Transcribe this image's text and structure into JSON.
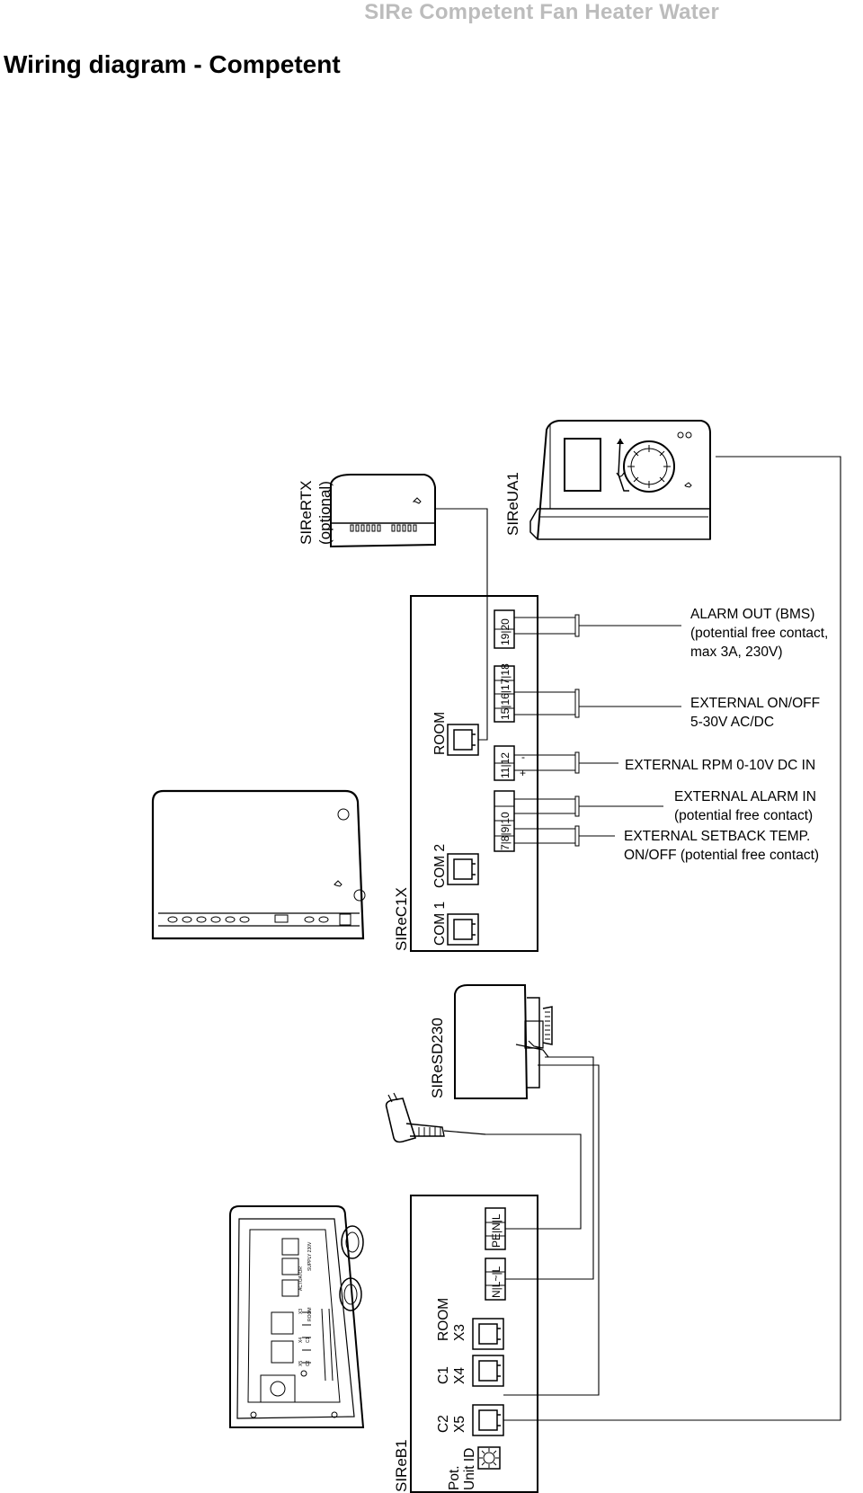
{
  "header": {
    "text": "SIRe Competent Fan Heater  Water"
  },
  "page": {
    "title": "Wiring diagram - Competent"
  },
  "components": {
    "sirertx": {
      "name": "SIReRTX",
      "note": "(optional)"
    },
    "sireua1": {
      "name": "SIReUA1"
    },
    "sirec1x": {
      "name": "SIReC1X"
    },
    "siresd230": {
      "name": "SIReSD230"
    },
    "sireb1": {
      "name": "SIReB1"
    }
  },
  "sirec1x_ports": {
    "room": "ROOM",
    "com2": "COM 2",
    "com1": "COM 1"
  },
  "sirec1x_terminals": {
    "t1920": "19|20",
    "t15_18": "15|16|17|18",
    "t1112": "11|12",
    "t7_10": "7|8|9|10",
    "minus": "-",
    "plus": "+"
  },
  "sireb1_ports": {
    "room": "ROOM",
    "x3": "X3",
    "c1": "C1",
    "x4": "X4",
    "c2": "C2",
    "x5": "X5",
    "pot": "Pot.",
    "unit_id": "Unit ID"
  },
  "sireb1_terminals": {
    "pe_n_l": "PE|N|L",
    "n_l_l": "N|L~|L"
  },
  "pcb_print": {
    "supply": "SUPPLY 230V",
    "actuator": "ACTUATOR",
    "room": "ROOM",
    "x3": "X3",
    "x4": "X4",
    "x5": "X5",
    "c1": "C1",
    "c2": "C2"
  },
  "connections": {
    "alarm_out": [
      "ALARM OUT (BMS)",
      "(potential free contact,",
      "max 3A, 230V)"
    ],
    "external_onoff": [
      "EXTERNAL ON/OFF",
      "5-30V AC/DC"
    ],
    "external_rpm": "EXTERNAL RPM 0-10V DC IN",
    "external_alarm": [
      "EXTERNAL ALARM IN",
      "(potential free contact)"
    ],
    "external_setback": [
      "EXTERNAL SETBACK TEMP.",
      "ON/OFF (potential free contact)"
    ]
  }
}
